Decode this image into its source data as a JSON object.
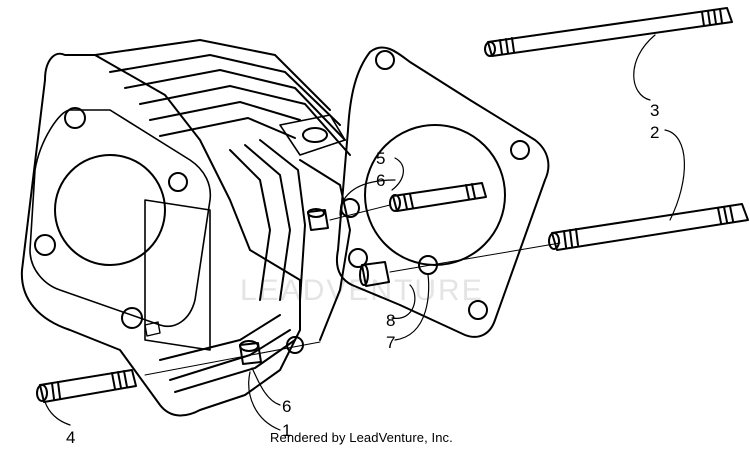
{
  "diagram": {
    "callouts": {
      "c1": "1",
      "c2": "2",
      "c3": "3",
      "c4": "4",
      "c5": "5",
      "c6a": "6",
      "c6b": "6",
      "c7": "7",
      "c8": "8"
    },
    "watermark": "LEADVENTURE",
    "footer": "Rendered by LeadVenture, Inc."
  }
}
